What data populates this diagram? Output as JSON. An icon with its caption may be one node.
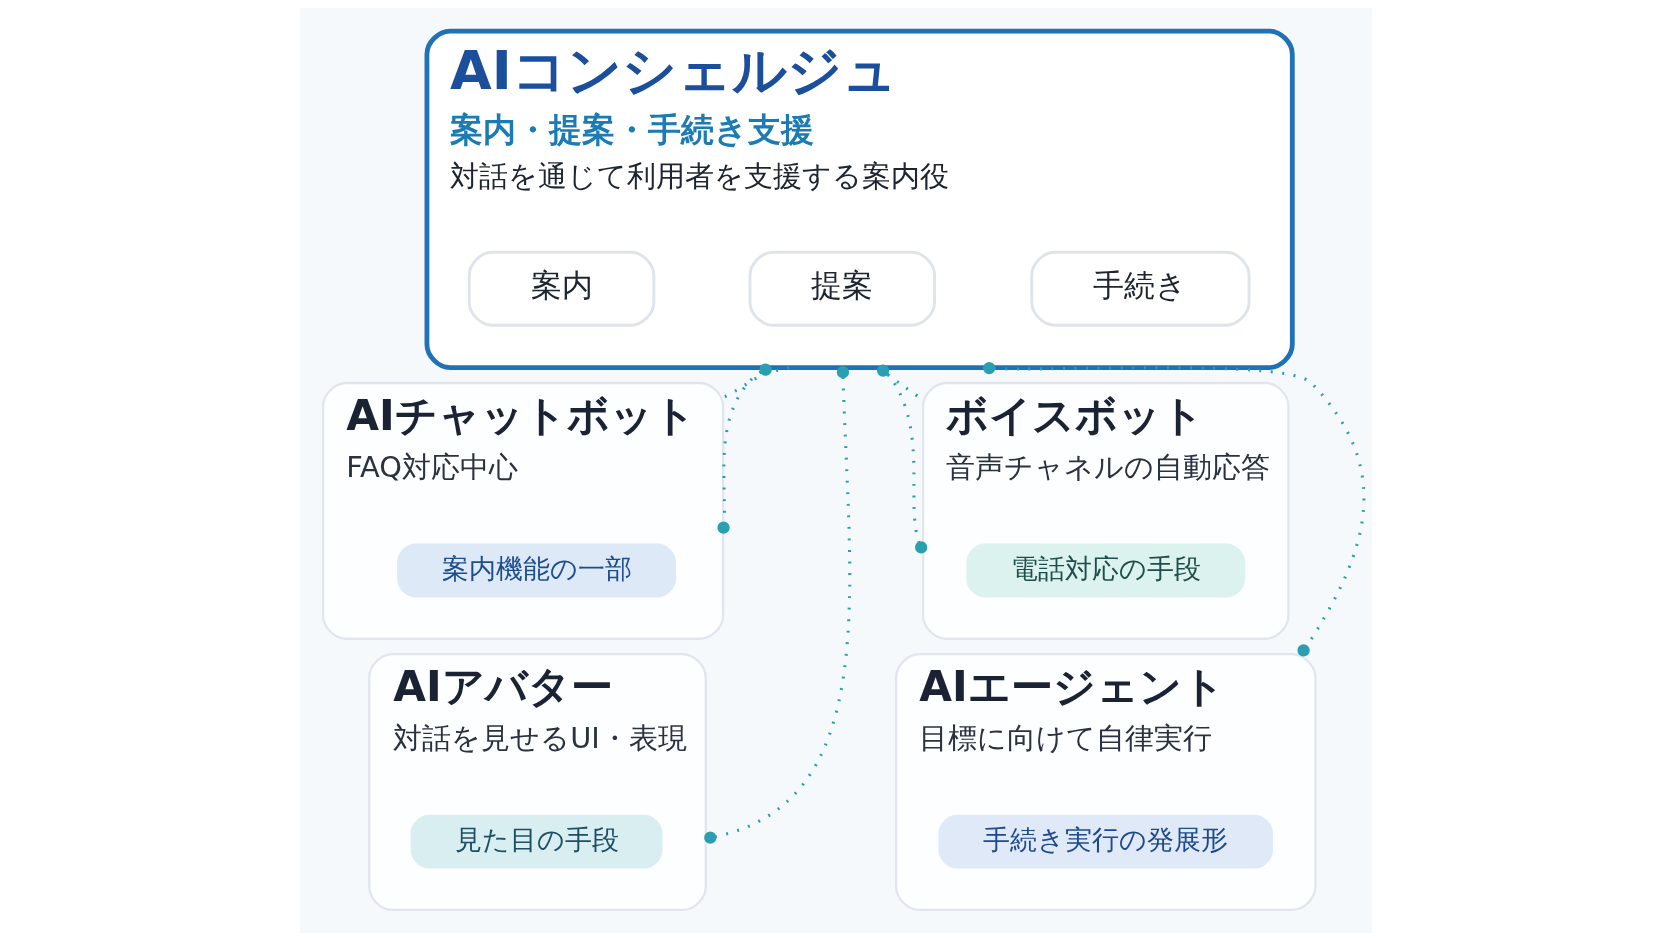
{
  "diagram": {
    "nodes": [
      {
        "text": [
          "AIコンシェルジュ",
          "案内・提案・手続き支援",
          "対話を通じて利用者を支援する案内役"
        ]
      },
      {
        "text": [
          "案内"
        ],
        "in": 0
      },
      {
        "text": [
          "提案"
        ],
        "in": 0
      },
      {
        "text": [
          "手続き"
        ],
        "in": 0
      },
      {
        "text": [
          "AIチャットボット",
          "FAQ対応中心"
        ]
      },
      {
        "text": [
          "案内機能の一部"
        ],
        "in": 4
      },
      {
        "text": [
          "ボイスボット",
          "音声チャネルの自動応答"
        ]
      },
      {
        "text": [
          "電話対応の手段"
        ],
        "in": 6
      },
      {
        "text": [
          "AIアバター",
          "対話を見せるUI・表現"
        ]
      },
      {
        "text": [
          "見た目の手段"
        ],
        "in": 8
      },
      {
        "text": [
          "AIエージェント",
          "目標に向けて自律実行"
        ]
      },
      {
        "text": [
          "手続き実行の発展形"
        ],
        "in": 10
      }
    ],
    "edges": [
      {
        "from": 0,
        "to": 4,
        "arrow": "none",
        "style": "dashed"
      },
      {
        "from": 0,
        "to": 6,
        "arrow": "none",
        "style": "dashed"
      },
      {
        "from": 0,
        "to": 4,
        "arrow": "other",
        "style": "dashed"
      },
      {
        "from": 0,
        "to": 6,
        "arrow": "other",
        "style": "dashed"
      },
      {
        "from": 0,
        "to": 8,
        "arrow": "other",
        "style": "dashed"
      },
      {
        "from": 0,
        "to": 10,
        "arrow": "other",
        "style": "dashed"
      }
    ]
  }
}
